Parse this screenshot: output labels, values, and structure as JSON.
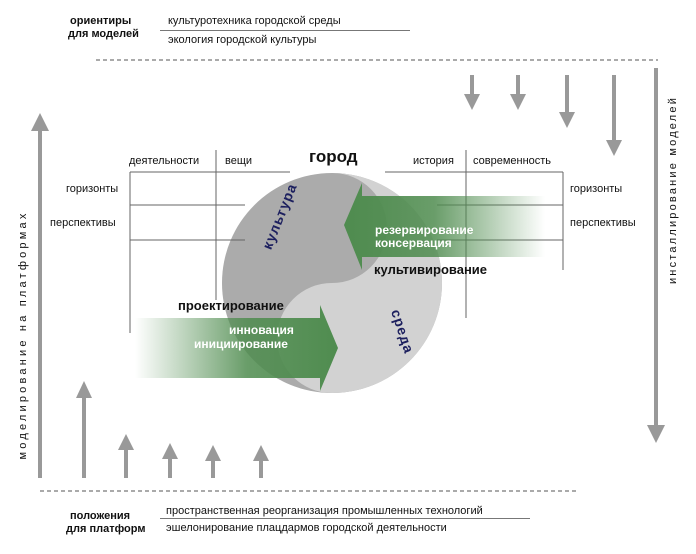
{
  "header": {
    "title_line1": "ориентиры",
    "title_line2": "для моделей",
    "items": [
      "культуротехника городской среды",
      "экология городской культуры"
    ]
  },
  "footer": {
    "title_line1": "положения",
    "title_line2": "для платформ",
    "items": [
      "пространственная реорганизация промышленных технологий",
      "эшелонирование плацдармов городской деятельности"
    ]
  },
  "side": {
    "left_vertical": "моделирование на платформах",
    "right_vertical": "инсталлирование моделей"
  },
  "center": {
    "title": "город",
    "yin_top_label": "культура",
    "yin_bottom_label": "среда"
  },
  "left_grid": {
    "col1": "деятельности",
    "col2": "вещи",
    "row1": "горизонты",
    "row2": "перспективы"
  },
  "right_grid": {
    "col1": "история",
    "col2": "современность",
    "row1": "горизонты",
    "row2": "перспективы"
  },
  "right_arrow": {
    "line1": "резервирование",
    "line2": "консервация",
    "caption": "культивирование"
  },
  "left_arrow": {
    "line1": "инновация",
    "line2": "инициирование",
    "caption": "проектирование"
  },
  "colors": {
    "green": "#4f8c4f",
    "light_gray": "#cfcfcf",
    "dark_gray": "#ababab",
    "arrow_gray": "#999999",
    "label_blue": "#1c1f5e"
  }
}
